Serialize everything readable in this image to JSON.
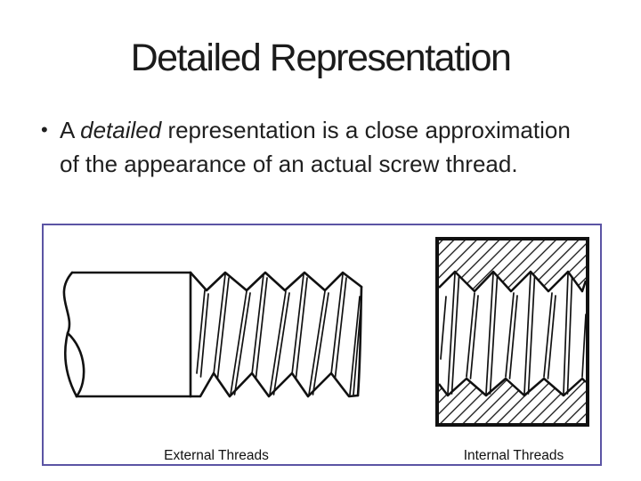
{
  "title": "Detailed Representation",
  "bullet": {
    "marker": "•",
    "prefix": "A ",
    "emphasis": "detailed",
    "suffix": " representation is a close approximation of the appearance of an actual screw thread."
  },
  "figure": {
    "external_label": "External Threads",
    "internal_label": "Internal Threads",
    "frame_border_color": "#5b54a4",
    "drawing_line_color": "#111111",
    "background_color": "#ffffff"
  }
}
